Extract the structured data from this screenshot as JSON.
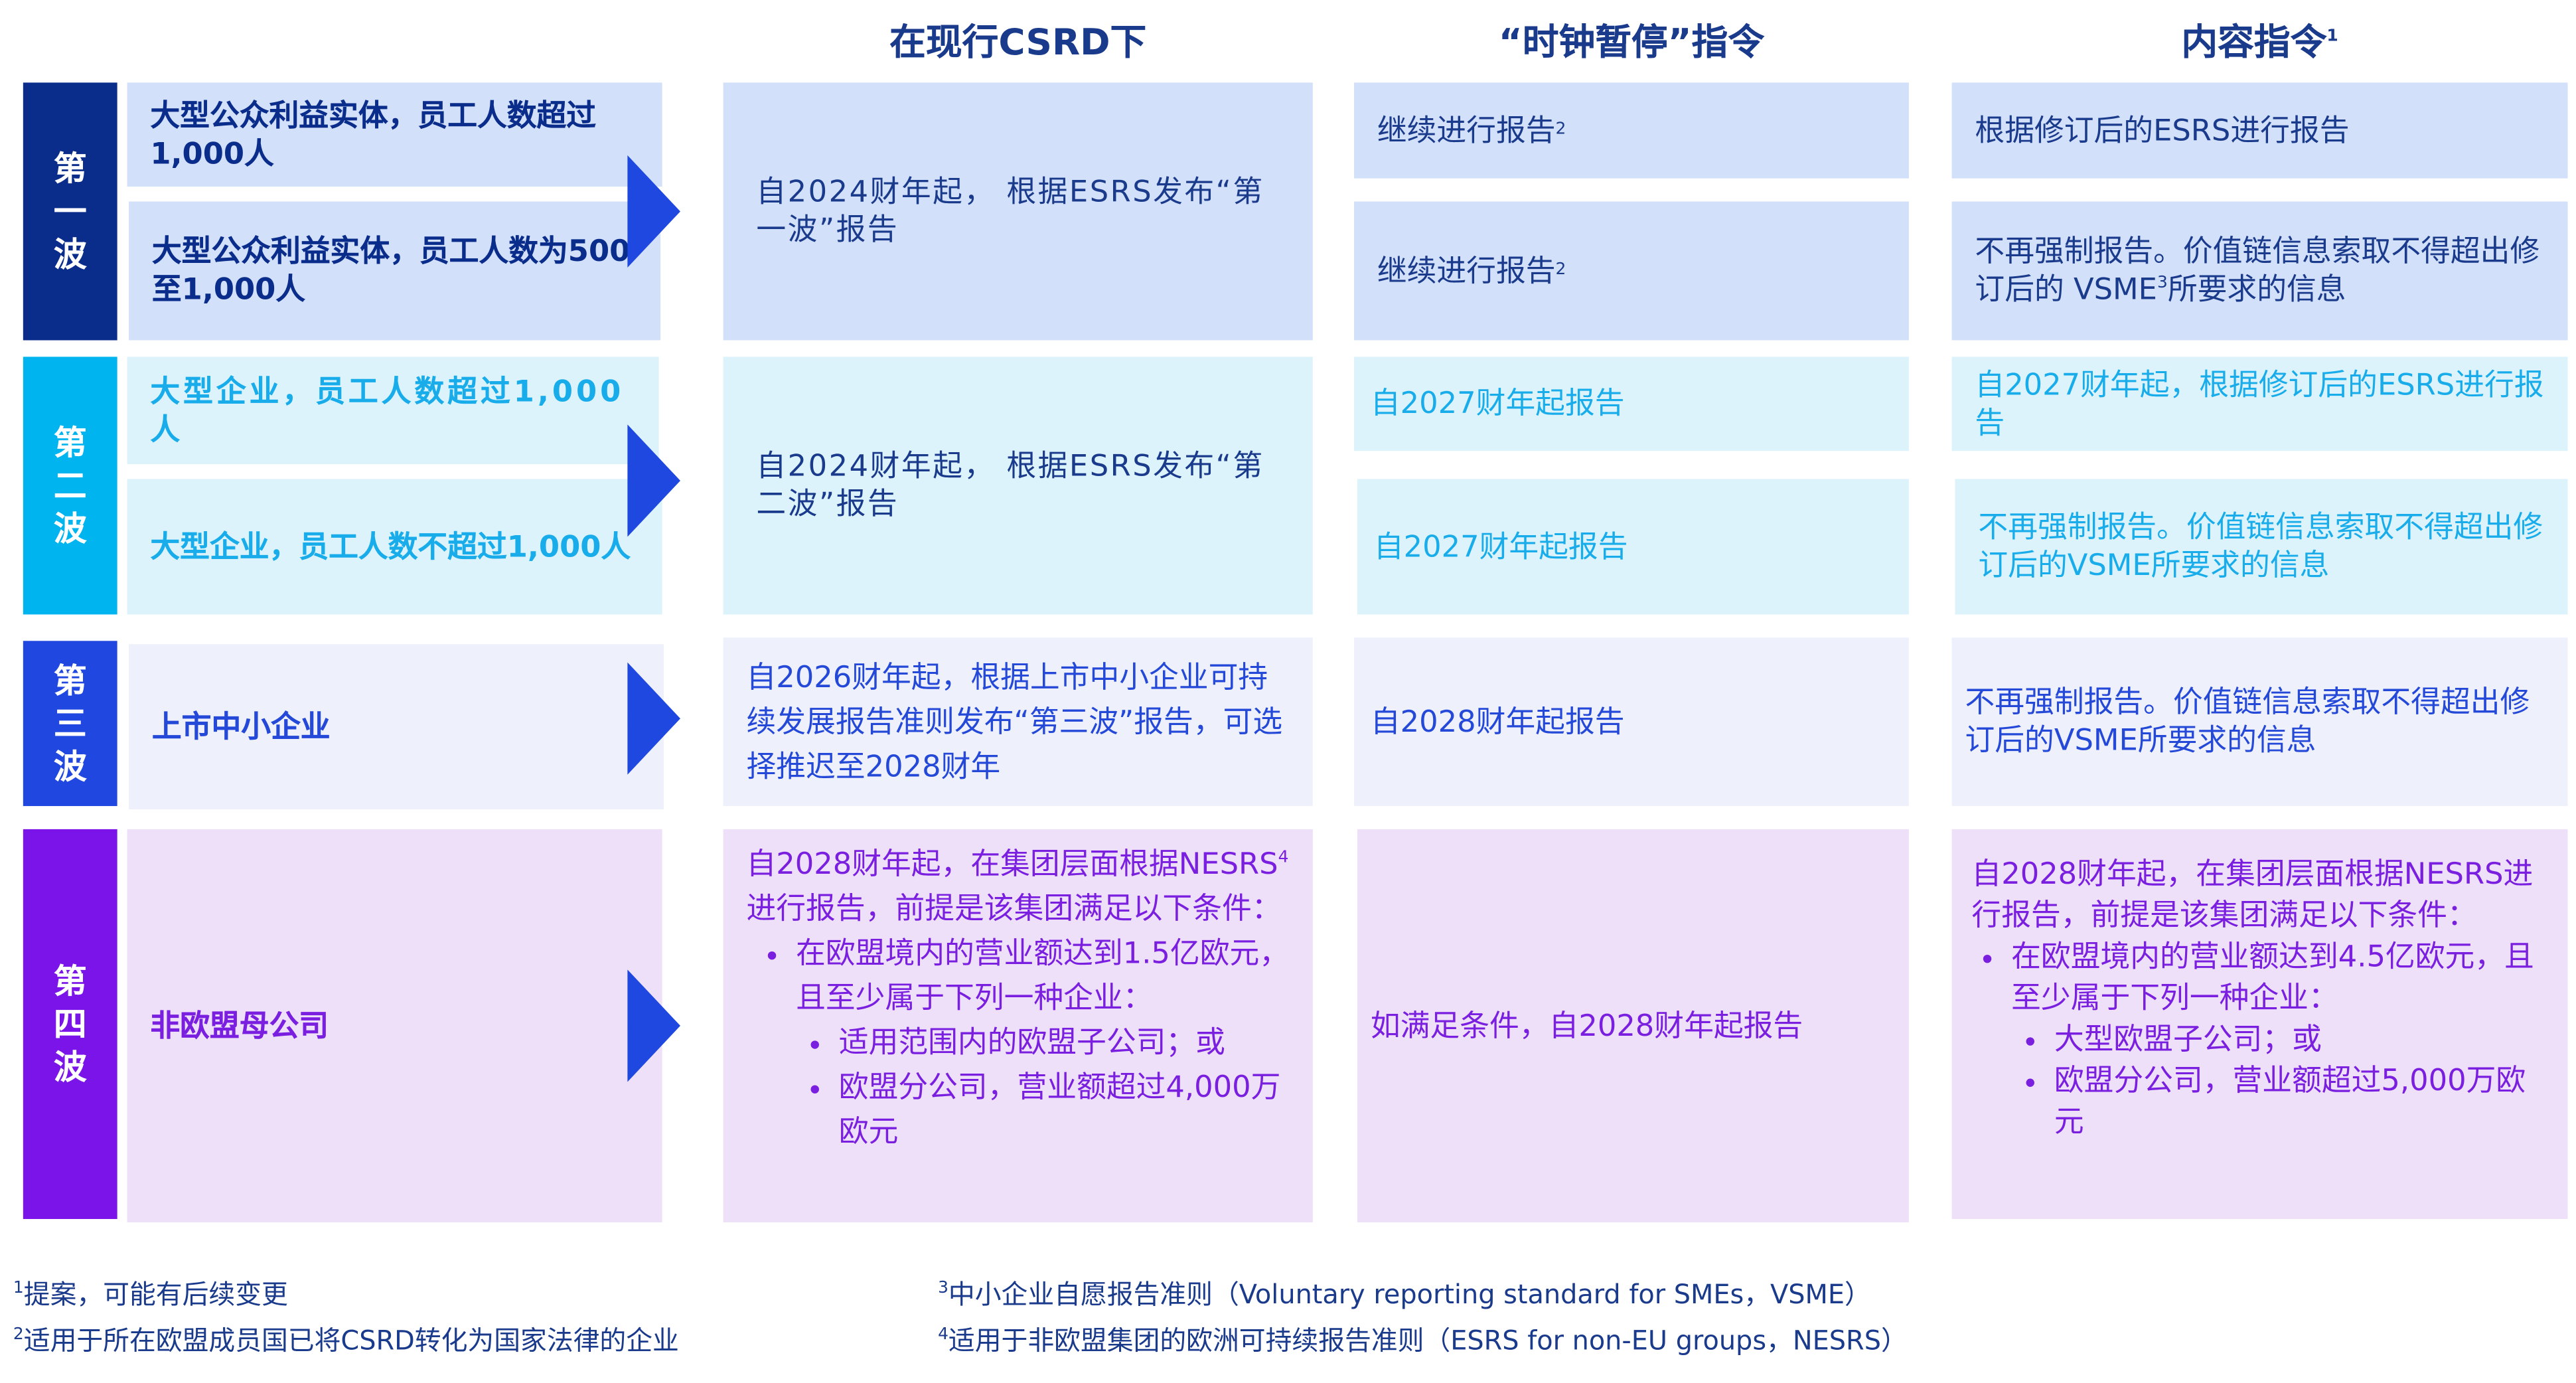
{
  "headers": {
    "current_csrd": "在现行CSRD下",
    "stop_the_clock": "“时钟暂停”指令",
    "content": "内容指令",
    "content_sup": "1"
  },
  "waves": [
    {
      "label": [
        "第",
        "一",
        "波"
      ],
      "color": "#0a2d8c",
      "entities": [
        "大型公众利益实体，员工人数超过1,000人",
        "大型公众利益实体，员工人数为500至1,000人"
      ],
      "current": "自2024财年起， 根据ESRS发布“第一波”报告",
      "stop_clock": [
        {
          "text": "继续进行报告",
          "sup": "2"
        },
        {
          "text": "继续进行报告",
          "sup": "2"
        }
      ],
      "content": [
        "根据修订后的ESRS进行报告",
        {
          "pre": "不再强制报告。价值链信息索取不得超出修订后的 VSME",
          "sup": "3",
          "post": "所要求的信息"
        }
      ]
    },
    {
      "label": [
        "第",
        "二",
        "波"
      ],
      "color": "#00b4ef",
      "entities": [
        "大型企业，员工人数超过1,000人",
        "大型企业，员工人数不超过1,000人"
      ],
      "current": "自2024财年起， 根据ESRS发布“第二波”报告",
      "stop_clock": [
        "自2027财年起报告",
        "自2027财年起报告"
      ],
      "content": [
        "自2027财年起，根据修订后的ESRS进行报告",
        "不再强制报告。价值链信息索取不得超出修订后的VSME所要求的信息"
      ]
    },
    {
      "label": [
        "第",
        "三",
        "波"
      ],
      "color": "#2048e0",
      "entities": [
        "上市中小企业"
      ],
      "current": "自2026财年起，根据上市中小企业可持续发展报告准则发布“第三波”报告，可选择推迟至2028财年",
      "stop_clock": [
        "自2028财年起报告"
      ],
      "content": [
        "不再强制报告。价值链信息索取不得超出修订后的VSME所要求的信息"
      ]
    },
    {
      "label": [
        "第",
        "四",
        "波"
      ],
      "color": "#7a14e8",
      "entities": [
        "非欧盟母公司"
      ],
      "current": {
        "pre": "自2028财年起，在集团层面根据NESRS",
        "sup": "4",
        "post": " 进行报告，前提是该集团满足以下条件：",
        "bullet": "在欧盟境内的营业额达到1.5亿欧元，且至少属于下列一种企业：",
        "sub": [
          "适用范围内的欧盟子公司；或",
          "欧盟分公司，营业额超过4,000万欧元"
        ]
      },
      "stop_clock": [
        "如满足条件，自2028财年起报告"
      ],
      "content": {
        "intro": "自2028财年起，在集团层面根据NESRS进行报告，前提是该集团满足以下条件：",
        "bullet": "在欧盟境内的营业额达到4.5亿欧元，且至少属于下列一种企业：",
        "sub": [
          "大型欧盟子公司；或",
          "欧盟分公司，营业额超过5,000万欧元"
        ]
      }
    }
  ],
  "footnotes": [
    {
      "n": "1",
      "text": "提案，可能有后续变更"
    },
    {
      "n": "2",
      "text": "适用于所在欧盟成员国已将CSRD转化为国家法律的企业"
    },
    {
      "n": "3",
      "text": "中小企业自愿报告准则（Voluntary reporting standard for SMEs，VSME）"
    },
    {
      "n": "4",
      "text": "适用于非欧盟集团的欧洲可持续报告准则（ESRS for non-EU groups，NESRS）"
    }
  ]
}
